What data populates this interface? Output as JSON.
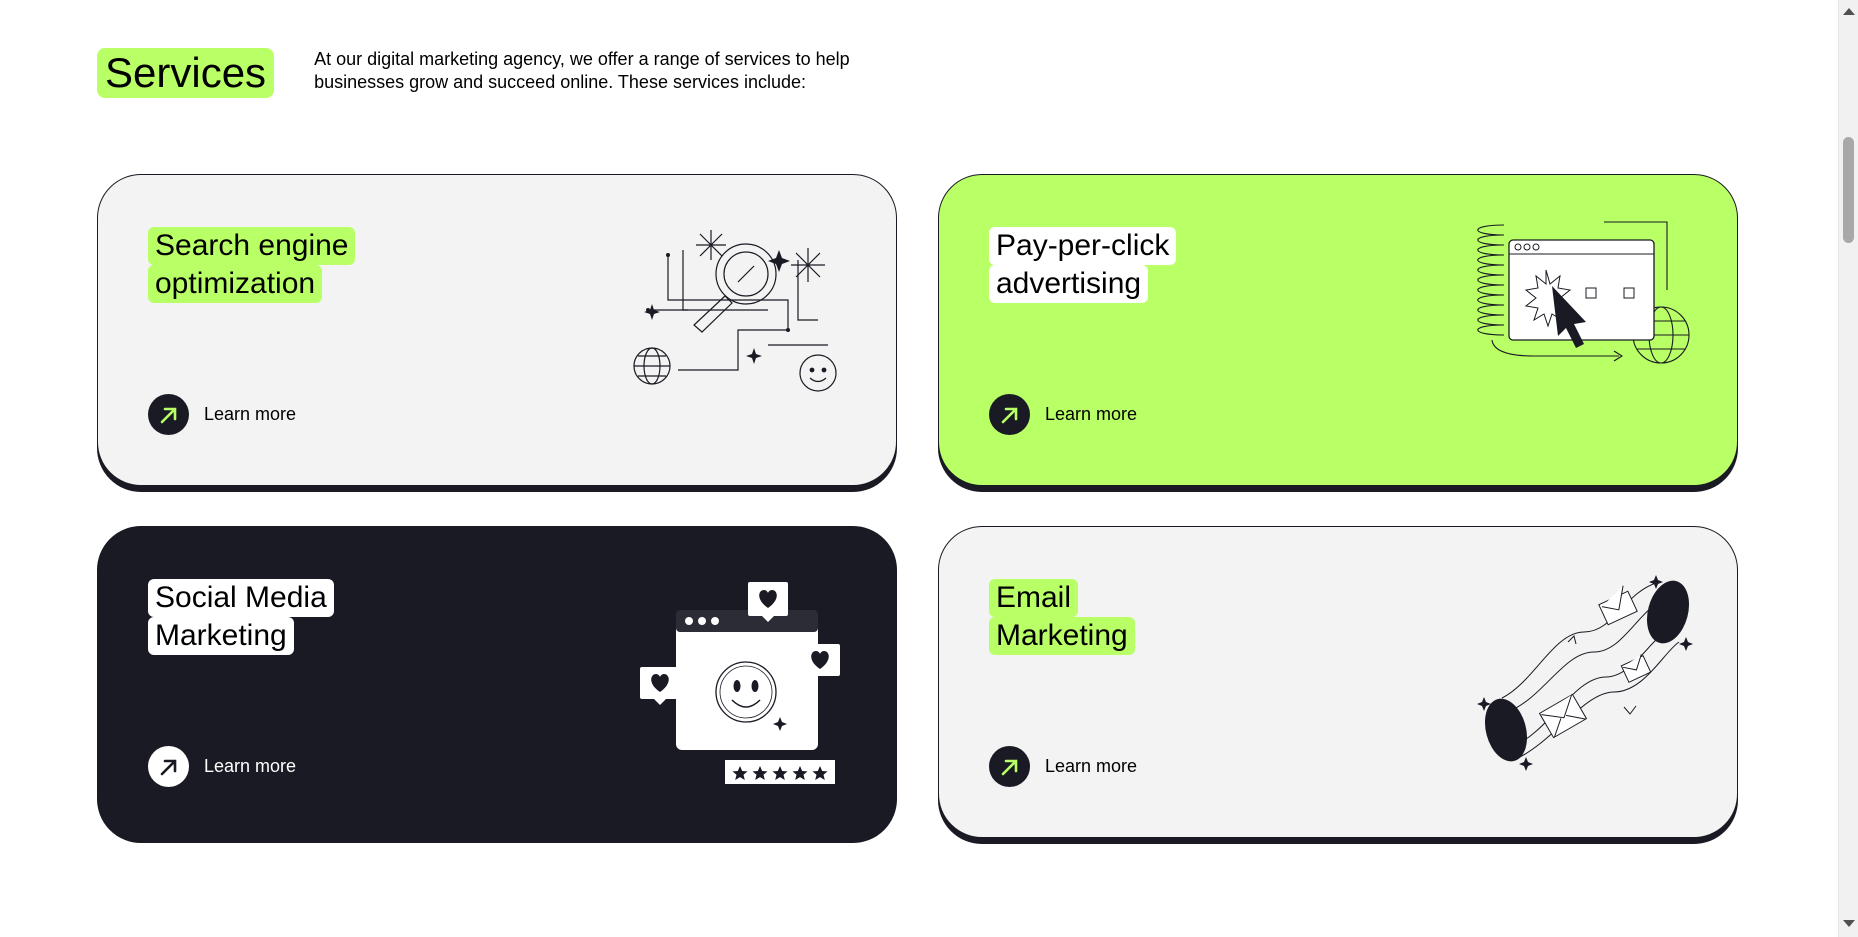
{
  "section": {
    "title": "Services",
    "intro": "At our digital marketing agency, we offer a range of services to help businesses grow and succeed online. These services include:"
  },
  "cards": [
    {
      "title_line1": "Search engine",
      "title_line2": "optimization",
      "cta": "Learn more",
      "illustration": "seo-magnifier-illustration"
    },
    {
      "title_line1": "Pay-per-click",
      "title_line2": "advertising",
      "cta": "Learn more",
      "illustration": "ppc-browser-cursor-illustration"
    },
    {
      "title_line1": "Social Media",
      "title_line2": "Marketing",
      "cta": "Learn more",
      "illustration": "social-smiley-hearts-illustration"
    },
    {
      "title_line1": "Email",
      "title_line2": "Marketing",
      "cta": "Learn more",
      "illustration": "email-tunnel-envelopes-illustration"
    }
  ],
  "colors": {
    "accent": "#B9FF66",
    "dark": "#191A23",
    "light": "#F3F3F3"
  }
}
